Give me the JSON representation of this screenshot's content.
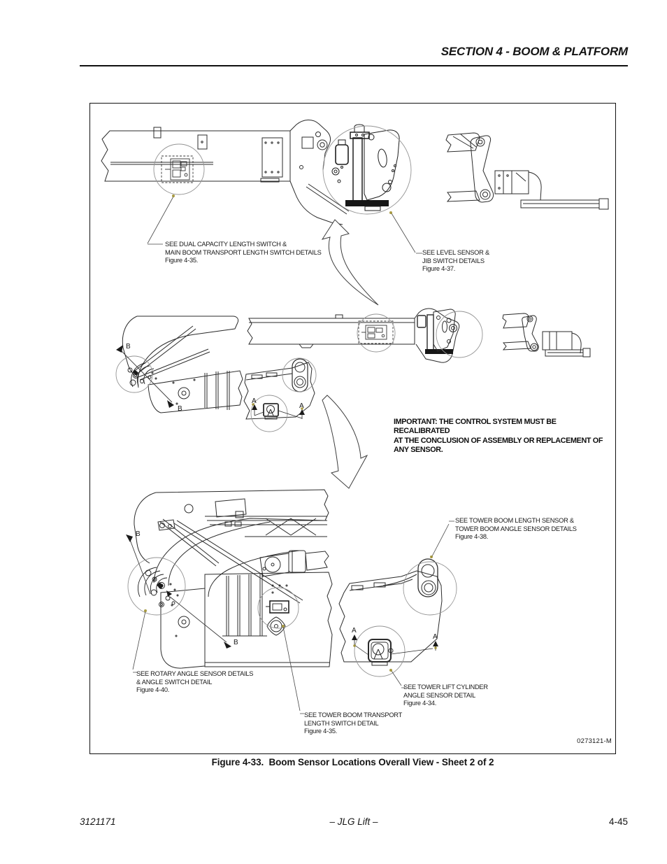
{
  "header": {
    "title": "SECTION 4 - BOOM & PLATFORM"
  },
  "figure": {
    "callouts": {
      "dual_capacity": "SEE DUAL CAPACITY LENGTH SWITCH &\nMAIN BOOM TRANSPORT LENGTH SWITCH DETAILS\nFigure 4-35.",
      "level_sensor": "SEE LEVEL SENSOR &\nJIB SWITCH DETAILS\nFigure 4-37.",
      "tower_boom_length": "SEE TOWER BOOM LENGTH SENSOR &\nTOWER BOOM ANGLE SENSOR DETAILS\nFigure 4-38.",
      "rotary_angle": "SEE ROTARY ANGLE SENSOR DETAILS\n& ANGLE SWITCH DETAIL\nFigure 4-40.",
      "tower_transport": "SEE TOWER BOOM TRANSPORT\nLENGTH SWITCH DETAIL\nFigure 4-35.",
      "tower_lift_cylinder": "SEE TOWER LIFT CYLINDER\nANGLE SENSOR DETAIL\nFigure 4-34."
    },
    "important_note": "IMPORTANT: THE CONTROL SYSTEM MUST BE RECALIBRATED\nAT THE CONCLUSION OF ASSEMBLY OR REPLACEMENT OF\nANY SENSOR.",
    "section_labels": {
      "a": "A",
      "b": "B"
    },
    "drawing_number": "0273121-M",
    "caption": "Figure 4-33.  Boom Sensor Locations Overall View - Sheet 2 of 2"
  },
  "footer": {
    "publication_number": "3121171",
    "brand": "– JLG Lift –",
    "page_number": "4-45"
  }
}
